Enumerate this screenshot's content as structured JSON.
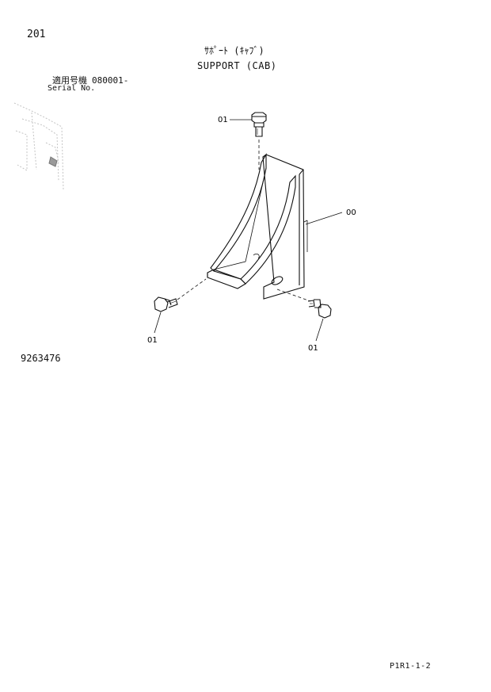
{
  "header": {
    "page_number": "201",
    "title_ja": "ｻﾎﾟｰﾄ (ｷｬﾌﾞ)",
    "title_en": "SUPPORT (CAB)",
    "serial_label_ja": "適用号機",
    "serial_value": "080001-",
    "serial_label_en": "Serial No."
  },
  "callouts": {
    "bolt_top": "01",
    "bracket": "00",
    "bolt_left": "01",
    "bolt_right": "01"
  },
  "footer": {
    "drawing_number": "9263476",
    "page_code": "P1R1-1-2"
  }
}
